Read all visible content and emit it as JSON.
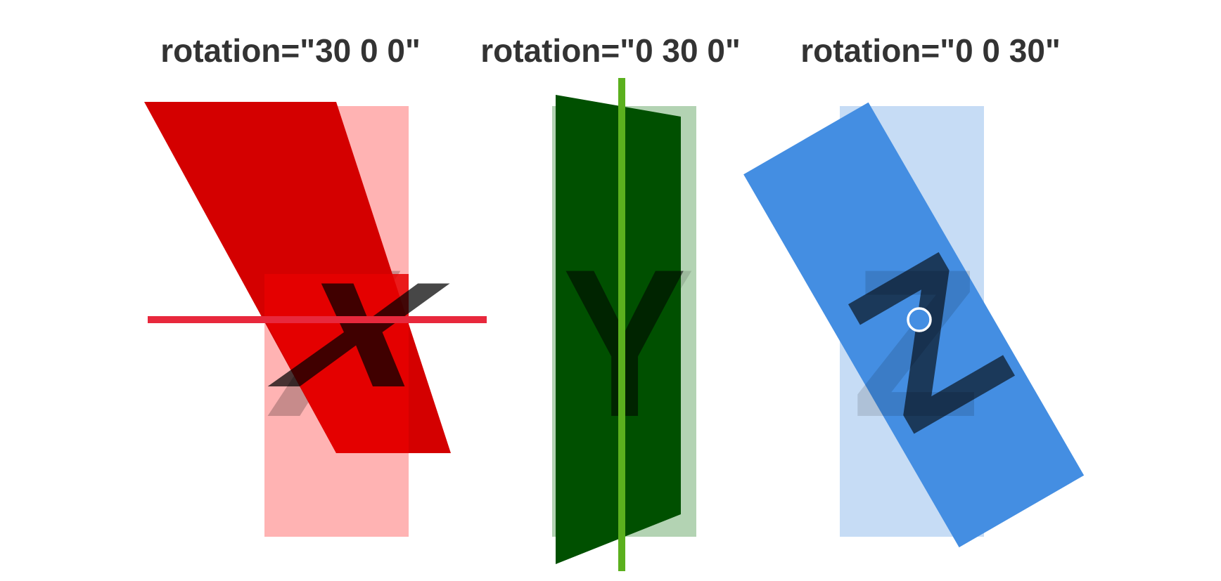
{
  "panels": [
    {
      "title": "rotation=\"30 0 0\"",
      "letter": "X",
      "axis": "x",
      "rotation": [
        30,
        0,
        0
      ],
      "colors": {
        "original": "#ffb3b3",
        "rotated": "#d40000",
        "rotated_overlap": "#e60000",
        "axis_line": "#e8283c"
      }
    },
    {
      "title": "rotation=\"0 30 0\"",
      "letter": "Y",
      "axis": "y",
      "rotation": [
        0,
        30,
        0
      ],
      "colors": {
        "original": "#b3d3b3",
        "rotated": "#005000",
        "axis_line": "#5bb01e"
      }
    },
    {
      "title": "rotation=\"0 0 30\"",
      "letter": "Z",
      "axis": "z",
      "rotation": [
        0,
        0,
        30
      ],
      "colors": {
        "original": "#c6dcf5",
        "rotated": "#448ee2",
        "axis_marker": "#448ee2"
      }
    }
  ]
}
